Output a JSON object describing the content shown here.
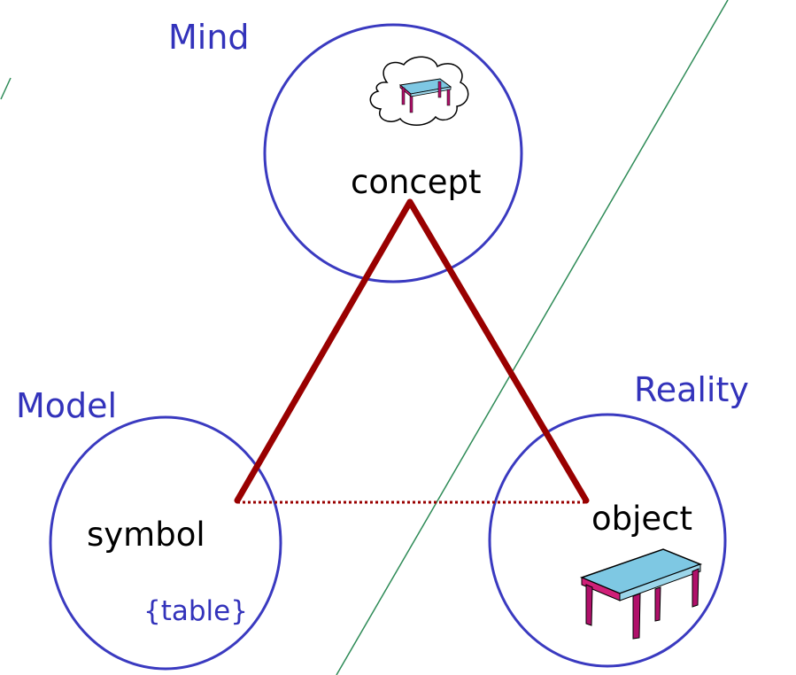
{
  "regions": {
    "mind": "Mind",
    "model": "Model",
    "reality": "Reality"
  },
  "nodes": {
    "concept": "concept",
    "symbol": "symbol",
    "object": "object"
  },
  "model_term": "{table}",
  "icons": {
    "concept": "thought-cloud-table-icon",
    "object": "table-icon"
  },
  "colors": {
    "circle": "#3a3ac0",
    "region_label": "#3333bb",
    "triangle": "#990000",
    "divider": "#2e8b57",
    "table_top": "#7ec8e3",
    "table_edge": "#b0106a"
  }
}
